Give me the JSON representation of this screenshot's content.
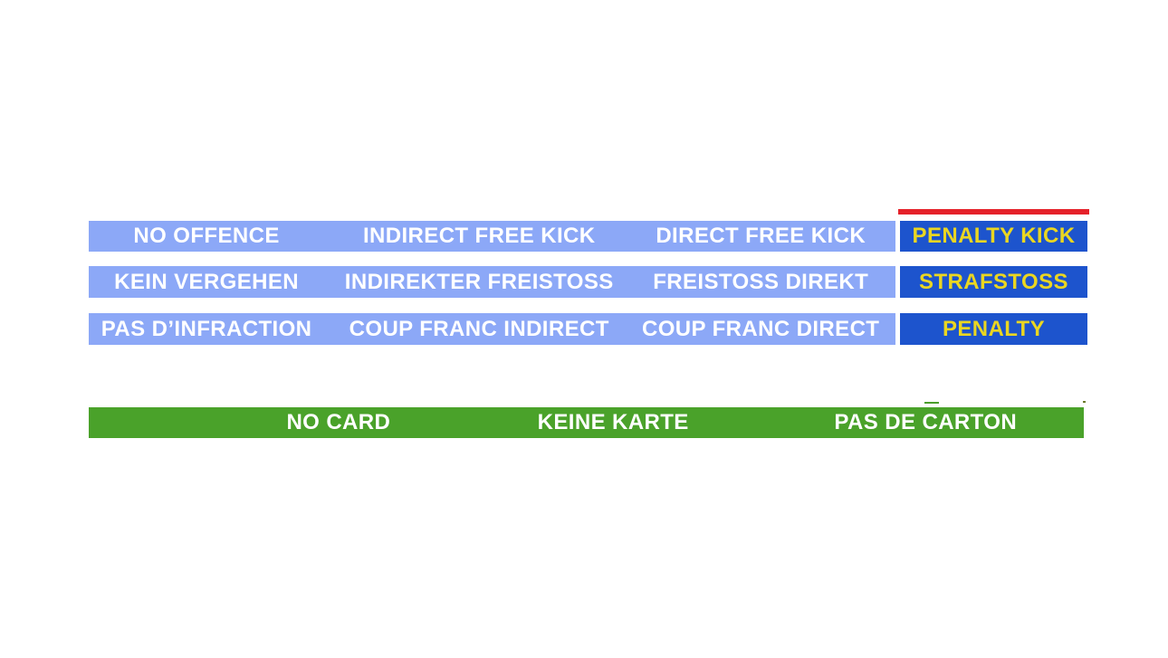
{
  "colors": {
    "background": "#ffffff",
    "row-bar": "#8ca8f7",
    "row-text": "#ffffff",
    "penalty-bar": "#1d54cd",
    "penalty-text": "#ead621",
    "highlight-line": "#e5212a",
    "card-bar": "#4aa22a",
    "card-text": "#ffffff",
    "artifact-dash": "#4a9e2a",
    "artifact-dot": "#6b7a2b"
  },
  "sanctions_table": {
    "rows": [
      {
        "no_offence": "NO OFFENCE",
        "indirect_free_kick": "INDIRECT FREE KICK",
        "direct_free_kick": "DIRECT FREE KICK",
        "penalty_kick": "PENALTY KICK"
      },
      {
        "no_offence": "KEIN VERGEHEN",
        "indirect_free_kick": "INDIREKTER FREISTOSS",
        "direct_free_kick": "FREISTOSS DIREKT",
        "penalty_kick": "STRAFSTOSS"
      },
      {
        "no_offence": "PAS D’INFRACTION",
        "indirect_free_kick": "COUP FRANC INDIRECT",
        "direct_free_kick": "COUP FRANC DIRECT",
        "penalty_kick": "PENALTY"
      }
    ]
  },
  "card_bar": {
    "no_card": "NO CARD",
    "keine_karte": "KEINE KARTE",
    "pas_de_carton": "PAS DE CARTON"
  }
}
